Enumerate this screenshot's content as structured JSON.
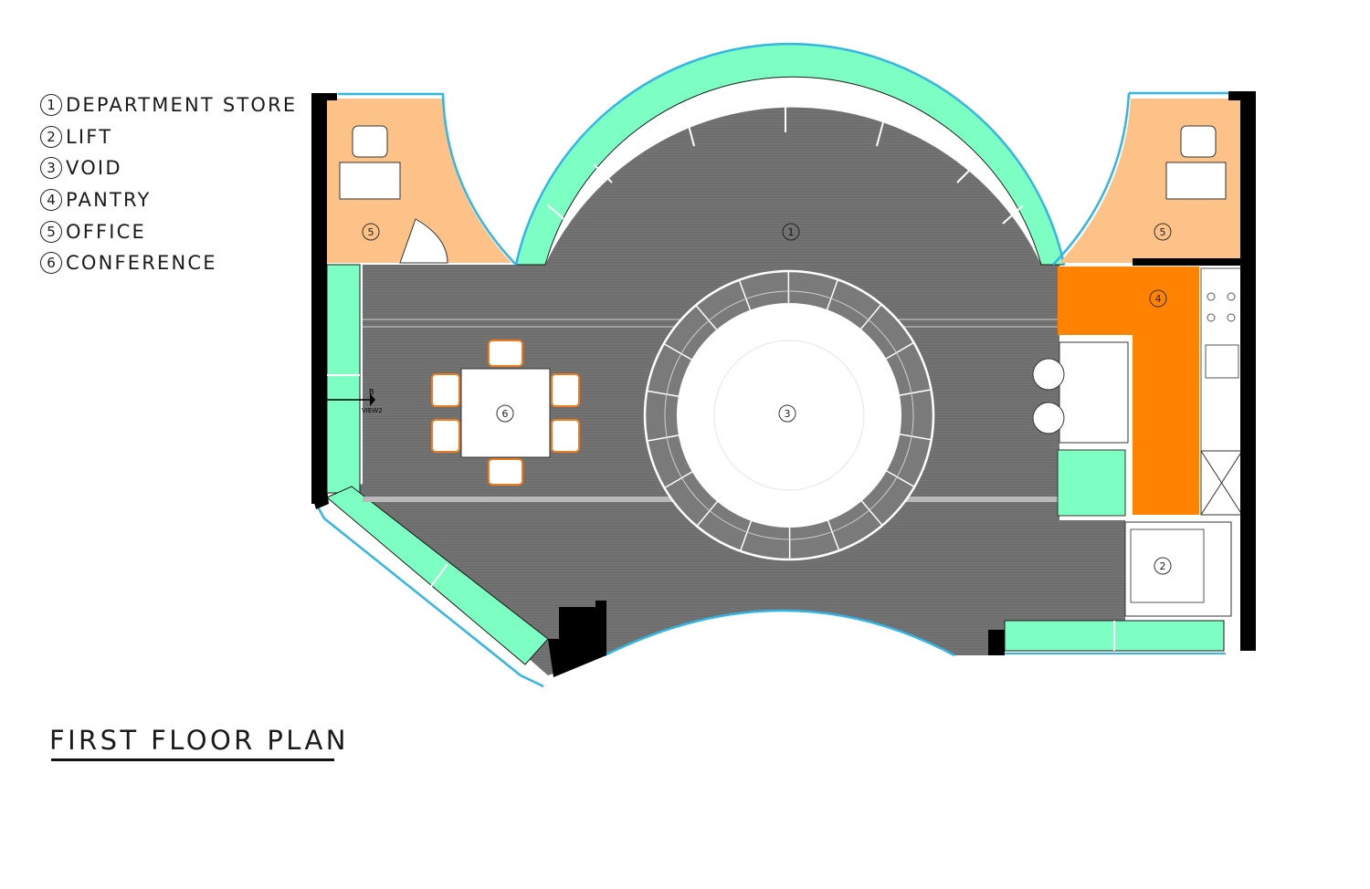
{
  "legend": [
    {
      "num": "1",
      "label": "DEPARTMENT STORE"
    },
    {
      "num": "2",
      "label": "LIFT"
    },
    {
      "num": "3",
      "label": "VOID"
    },
    {
      "num": "4",
      "label": "PANTRY"
    },
    {
      "num": "5",
      "label": "OFFICE"
    },
    {
      "num": "6",
      "label": "CONFERENCE"
    }
  ],
  "title": "FIRST FLOOR PLAN",
  "tags": {
    "office_left": "5",
    "office_right": "5",
    "store": "1",
    "pantry": "4",
    "conference": "6",
    "void": "3",
    "lift": "2"
  },
  "section_marker": {
    "letter": "B",
    "label": "VIEW2"
  },
  "colors": {
    "floor": "#6e6e6e",
    "glazing": "#7dffc4",
    "office": "#fcc287",
    "pantry": "#ff8200",
    "wall": "#000000",
    "glass_line": "#33b5e5",
    "furniture_outline": "#f07b1a"
  }
}
